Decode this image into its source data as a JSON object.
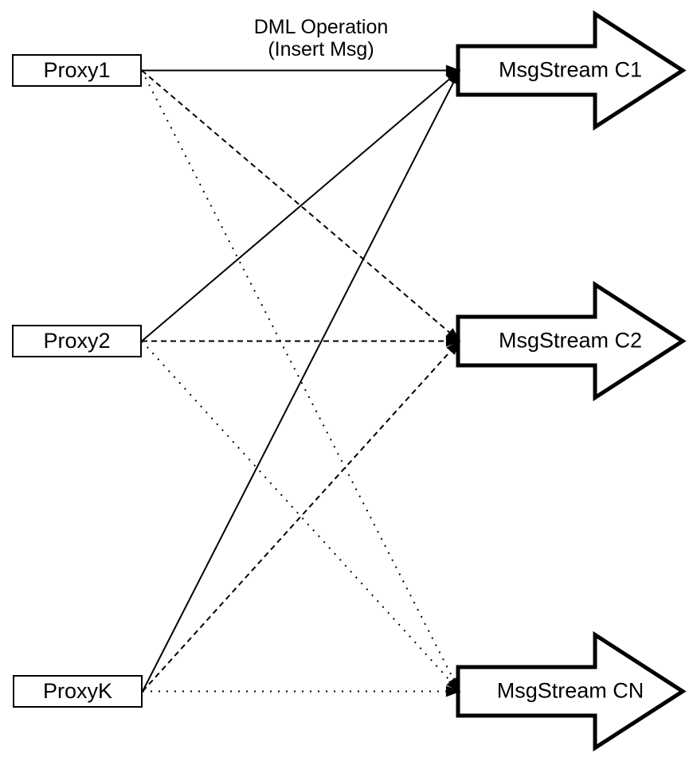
{
  "diagram": {
    "background": "#ffffff",
    "stroke_color": "#000000",
    "node_fill": "#ffffff",
    "title": {
      "line1": "DML Operation",
      "line2": "(Insert Msg)"
    },
    "proxies": [
      {
        "id": "proxy1",
        "label": "Proxy1"
      },
      {
        "id": "proxy2",
        "label": "Proxy2"
      },
      {
        "id": "proxyk",
        "label": "ProxyK"
      }
    ],
    "streams": [
      {
        "id": "c1",
        "label": "MsgStream C1"
      },
      {
        "id": "c2",
        "label": "MsgStream C2"
      },
      {
        "id": "cn",
        "label": "MsgStream CN"
      }
    ],
    "edges": [
      {
        "from": "proxy1",
        "to": "c1",
        "style": "solid"
      },
      {
        "from": "proxy2",
        "to": "c1",
        "style": "solid"
      },
      {
        "from": "proxyk",
        "to": "c1",
        "style": "solid"
      },
      {
        "from": "proxy1",
        "to": "c2",
        "style": "dashed"
      },
      {
        "from": "proxy2",
        "to": "c2",
        "style": "dashed"
      },
      {
        "from": "proxyk",
        "to": "c2",
        "style": "dashed"
      },
      {
        "from": "proxy1",
        "to": "cn",
        "style": "dotted"
      },
      {
        "from": "proxy2",
        "to": "cn",
        "style": "dotted"
      },
      {
        "from": "proxyk",
        "to": "cn",
        "style": "dotted"
      }
    ]
  }
}
